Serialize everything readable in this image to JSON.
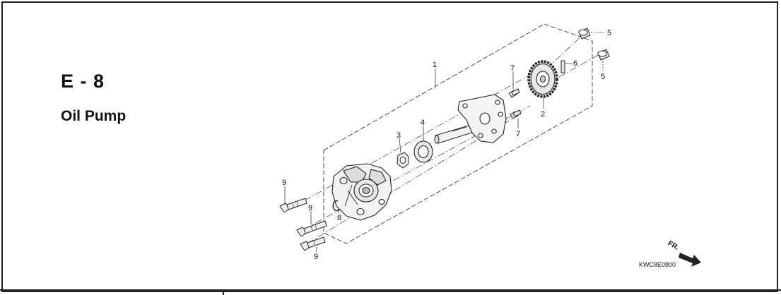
{
  "section": {
    "code": "E - 8",
    "title": "Oil Pump"
  },
  "diagram_code": "KWC8E0800",
  "direction_label": "FR.",
  "callouts": {
    "c1": "1",
    "c2": "2",
    "c3": "3",
    "c4": "4",
    "c5a": "5",
    "c5b": "5",
    "c6": "6",
    "c7a": "7",
    "c7b": "7",
    "c8": "8",
    "c9a": "9",
    "c9b": "9",
    "c9c": "9"
  },
  "colors": {
    "line": "#222222",
    "part_fill": "#f2f2f2",
    "shadow": "#9a9a9a"
  }
}
